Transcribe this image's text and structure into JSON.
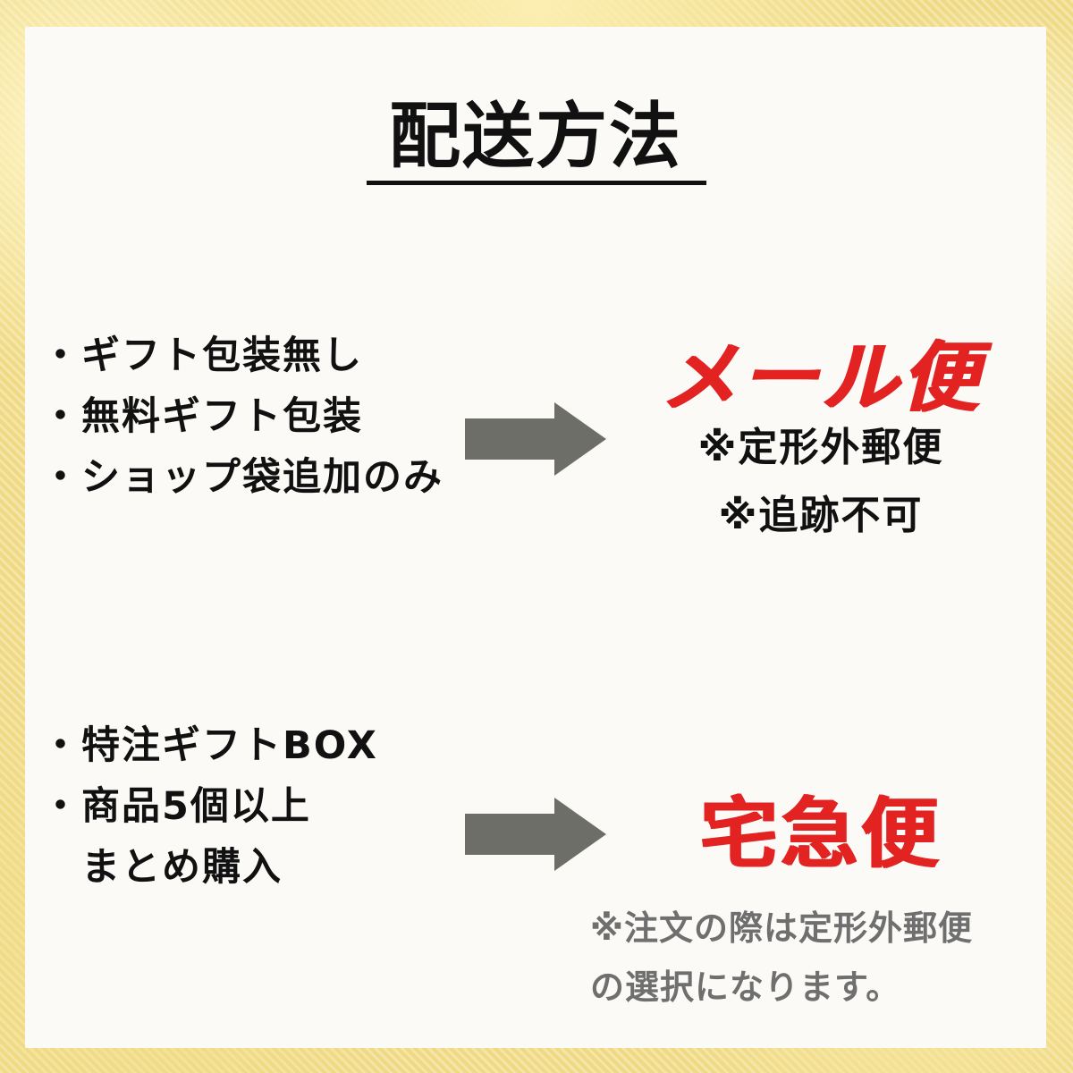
{
  "title": "配送方法",
  "section_mail": {
    "items": [
      "・ギフト包装無し",
      "・無料ギフト包装",
      "・ショップ袋追加のみ"
    ],
    "method": "メール便",
    "notes": [
      "※定形外郵便",
      "※追跡不可"
    ]
  },
  "section_courier": {
    "items": [
      "・特注ギフトBOX",
      "・商品5個以上",
      "　まとめ購入"
    ],
    "method": "宅急便",
    "caveat_lines": [
      "※注文の際は定形外郵便",
      "の選択になります。"
    ]
  },
  "colors": {
    "method_text": "#e32222",
    "arrow": "#6e6e69",
    "caveat_text": "#6f6f6f",
    "panel": "#fbfaf7"
  },
  "icons": {
    "arrow": "right-arrow-icon"
  }
}
